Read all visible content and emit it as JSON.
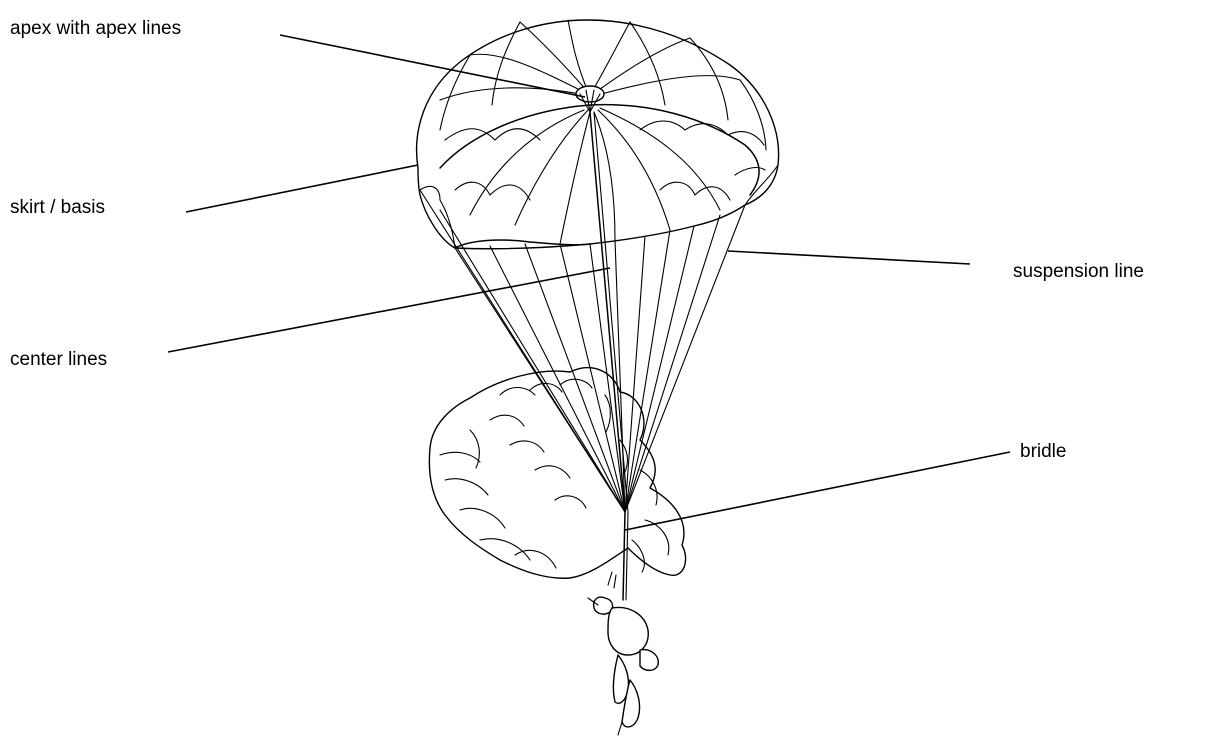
{
  "labels": {
    "apex": "apex with apex lines",
    "skirt": "skirt / basis",
    "suspension": "suspension line",
    "center": "center lines",
    "bridle": "bridle"
  },
  "colors": {
    "ink": "#000000",
    "background": "#ffffff"
  }
}
